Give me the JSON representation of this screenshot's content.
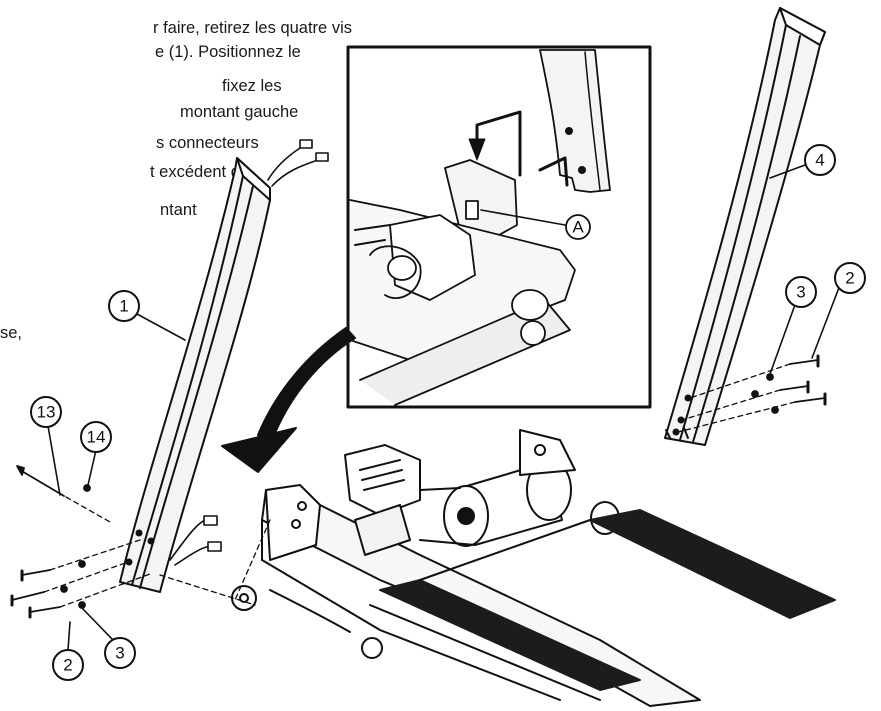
{
  "instructions": {
    "lines": [
      "r faire, retirez les quatre vis",
      "e (1). Positionnez le",
      "fixez les",
      "montant gauche",
      "s connecteurs",
      "t excédent de",
      "ntant",
      "",
      "",
      "se,"
    ]
  },
  "callouts": {
    "upright_left": "1",
    "bolt": "2",
    "washer": "3",
    "upright_right": "4",
    "long_bolt": "13",
    "small_washer": "14",
    "inset_detail": "A"
  },
  "colors": {
    "line": "#111111",
    "fill_light": "#f4f4f4",
    "belt": "#1c1c1c",
    "arrow": "#111111"
  }
}
